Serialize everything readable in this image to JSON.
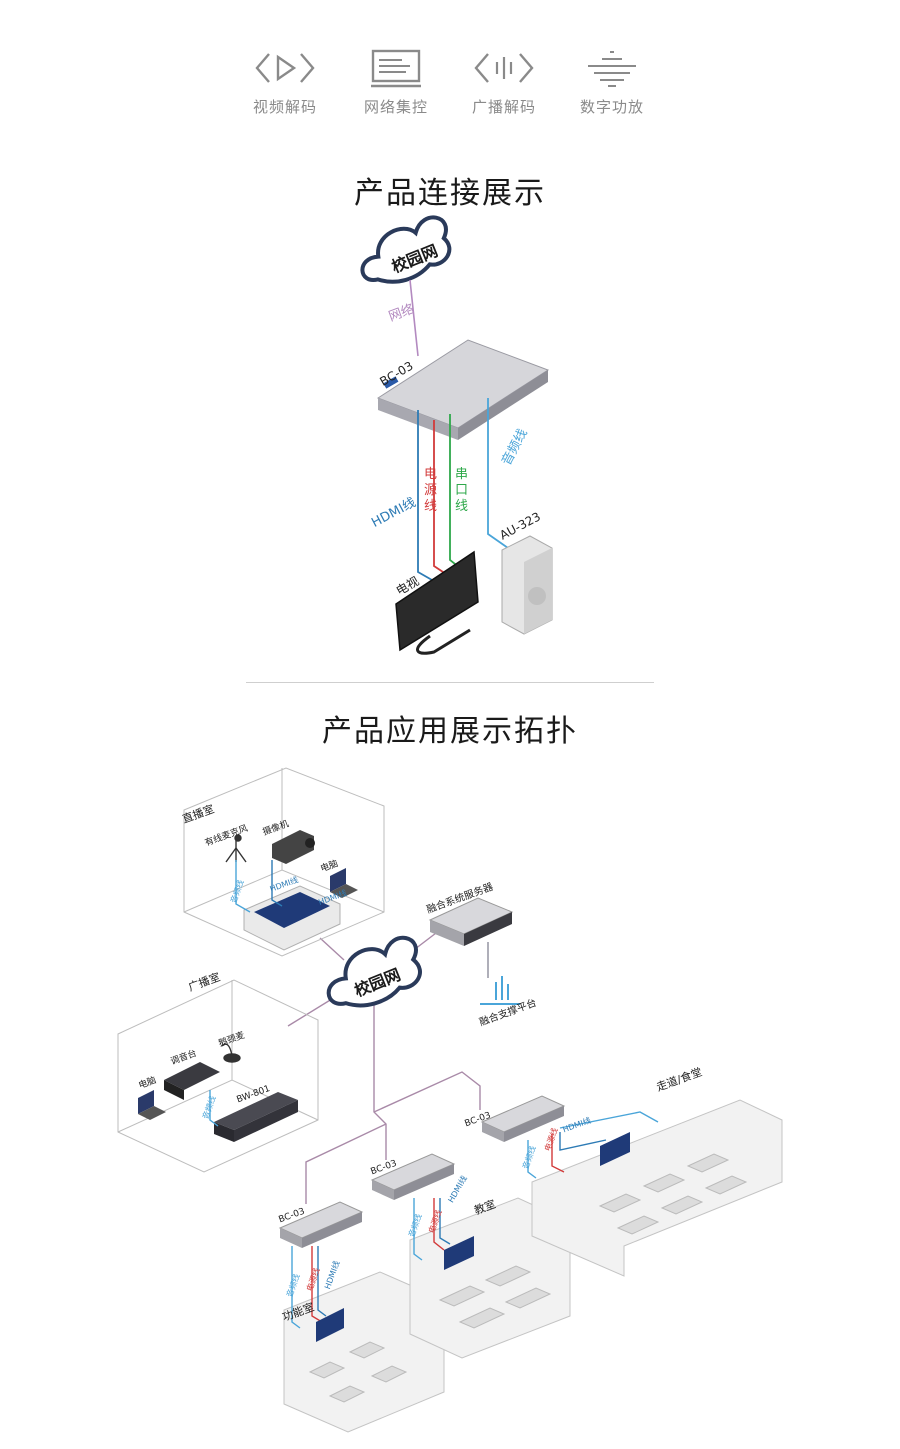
{
  "features": [
    {
      "icon": "video-decode-icon",
      "label": "视频解码"
    },
    {
      "icon": "network-control-icon",
      "label": "网络集控"
    },
    {
      "icon": "broadcast-decode-icon",
      "label": "广播解码"
    },
    {
      "icon": "digital-amp-icon",
      "label": "数字功放"
    }
  ],
  "connection": {
    "title": "产品连接展示",
    "cloud": "校园网",
    "network_label": "网络",
    "device": "BC-03",
    "cables": {
      "hdmi": "HDMI线",
      "power": "电源线",
      "serial": "串口线",
      "audio": "音频线"
    },
    "tv": "电视",
    "speaker": "AU-323"
  },
  "topology": {
    "title": "产品应用展示拓扑",
    "cloud": "校园网",
    "live_room": {
      "name": "直播室",
      "mic": "有线麦克风",
      "camera": "摄像机",
      "pc": "电脑",
      "audio": "音频线",
      "hdmi": "HDMI线",
      "hdmi2": "HDMI线"
    },
    "server": "融合系统服务器",
    "platform": "融合支撑平台",
    "broadcast_room": {
      "name": "广播室",
      "pc": "电脑",
      "mixer": "调音台",
      "gooseneck": "鹅颈麦",
      "device": "BW-801",
      "audio": "音频线"
    },
    "rooms": [
      {
        "name": "功能室",
        "device": "BC-03",
        "audio": "音频线",
        "power": "电源线",
        "hdmi": "HDMI线"
      },
      {
        "name": "教室",
        "device": "BC-03",
        "audio": "音频线",
        "power": "电源线",
        "hdmi": "HDMI线"
      },
      {
        "name": "走道/食堂",
        "device": "BC-03",
        "audio": "音频线",
        "power": "电源线",
        "hdmi": "HDMI线"
      }
    ]
  },
  "colors": {
    "network": "#b38ac0",
    "hdmi": "#2d7bb5",
    "power": "#d23a3a",
    "serial": "#2ea84a",
    "audio": "#4aa5d9",
    "line": "#a98aa8"
  }
}
